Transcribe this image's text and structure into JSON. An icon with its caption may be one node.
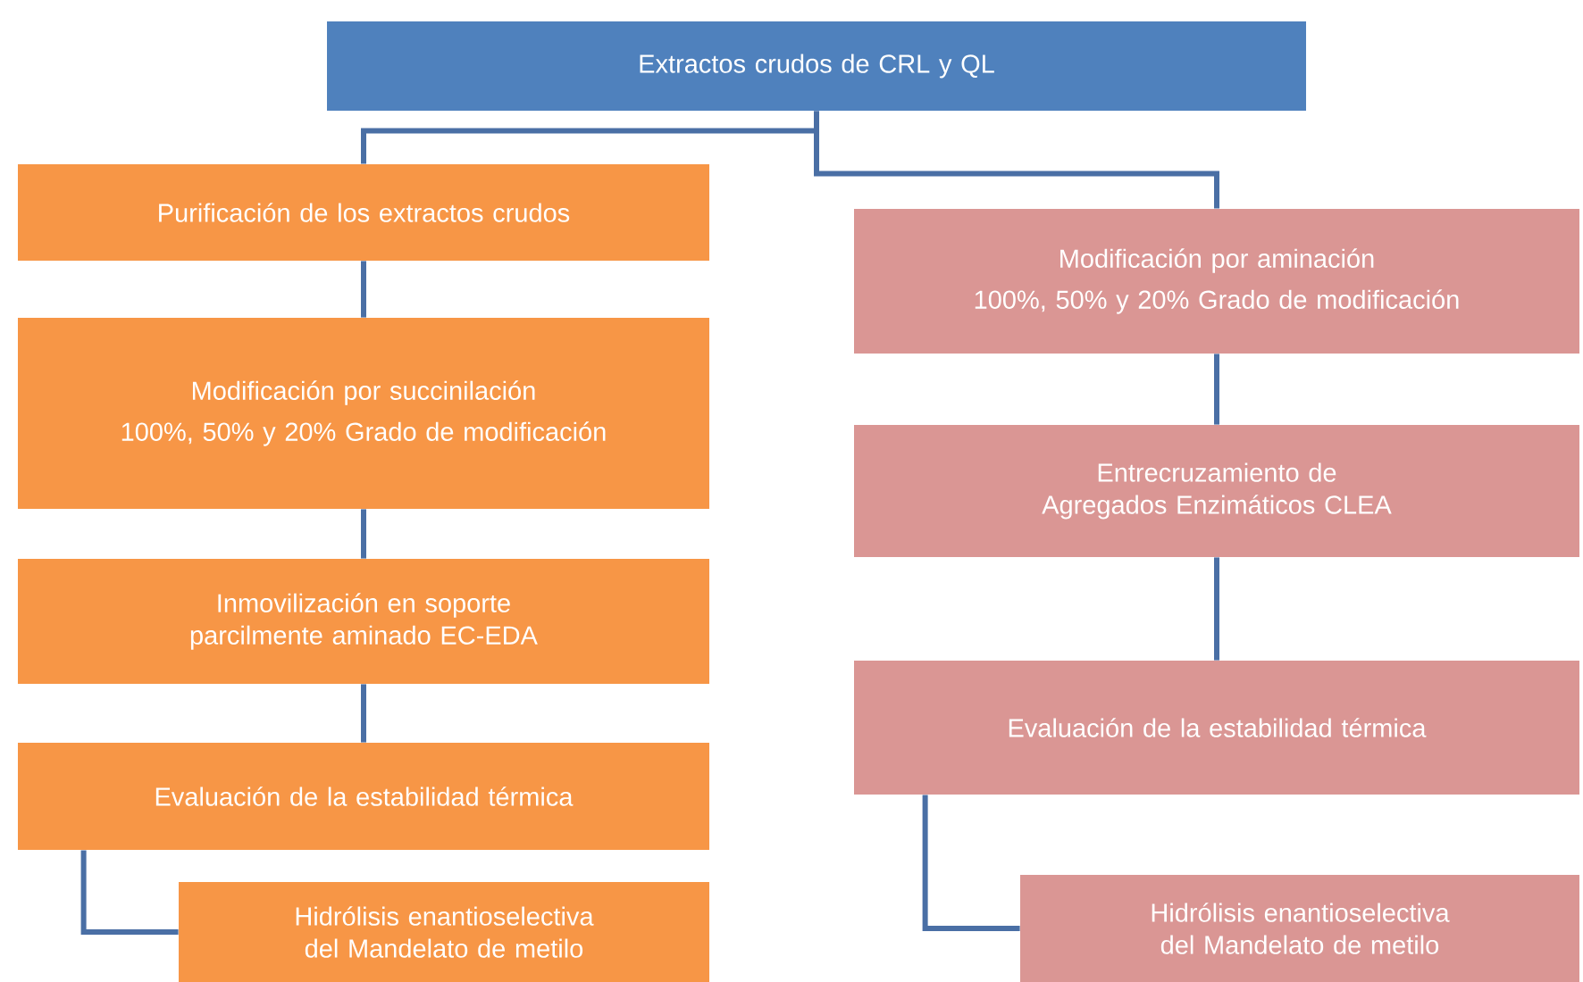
{
  "diagram": {
    "nodes": [
      {
        "text": [
          "Extractos crudos de CRL y QL"
        ]
      },
      {
        "text": [
          "Purificación de los extractos crudos"
        ]
      },
      {
        "text": [
          "Modificación por succinilación",
          "100%, 50% y 20%  Grado de modificación"
        ]
      },
      {
        "text": [
          "Inmovilización en soporte parcilmente aminado EC-EDA"
        ]
      },
      {
        "text": [
          "Evaluación de la estabilidad térmica"
        ]
      },
      {
        "text": [
          "Hidrólisis enantioselectiva del Mandelato de metilo"
        ]
      },
      {
        "text": [
          "Modificación por aminación",
          "100%, 50% y 20%  Grado de modificación"
        ]
      },
      {
        "text": [
          "Entrecruzamiento de Agregados Enzimáticos CLEA"
        ]
      },
      {
        "text": [
          "Evaluación de la estabilidad térmica"
        ]
      },
      {
        "text": [
          "Hidrólisis enantioselectiva del Mandelato de metilo"
        ]
      }
    ],
    "edges": [
      {
        "from": 0,
        "to": 1,
        "arrow": "none"
      },
      {
        "from": 0,
        "to": 6,
        "arrow": "none"
      },
      {
        "from": 1,
        "to": 2,
        "arrow": "none"
      },
      {
        "from": 2,
        "to": 3,
        "arrow": "none"
      },
      {
        "from": 3,
        "to": 4,
        "arrow": "none"
      },
      {
        "from": 4,
        "to": 5,
        "arrow": "none"
      },
      {
        "from": 6,
        "to": 7,
        "arrow": "none"
      },
      {
        "from": 7,
        "to": 8,
        "arrow": "none"
      },
      {
        "from": 8,
        "to": 9,
        "arrow": "none"
      }
    ]
  }
}
